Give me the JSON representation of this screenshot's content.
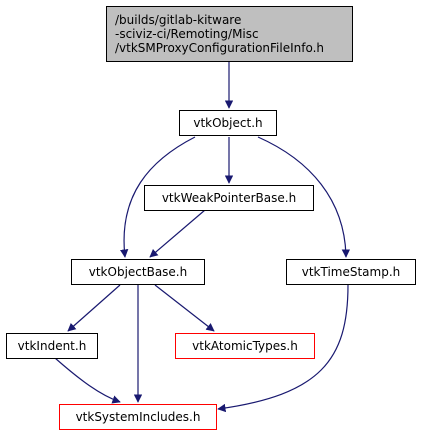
{
  "root": {
    "lines": [
      "/builds/gitlab-kitware",
      "-sciviz-ci/Remoting/Misc",
      "/vtkSMProxyConfigurationFileInfo.h"
    ]
  },
  "nodes": {
    "vtkObject": "vtkObject.h",
    "vtkWeakPointerBase": "vtkWeakPointerBase.h",
    "vtkObjectBase": "vtkObjectBase.h",
    "vtkTimeStamp": "vtkTimeStamp.h",
    "vtkIndent": "vtkIndent.h",
    "vtkAtomicTypes": "vtkAtomicTypes.h",
    "vtkSystemIncludes": "vtkSystemIncludes.h"
  },
  "colors": {
    "root_fill": "#bfbfbf",
    "edge": "#191970",
    "missing_border": "#ff0000"
  }
}
